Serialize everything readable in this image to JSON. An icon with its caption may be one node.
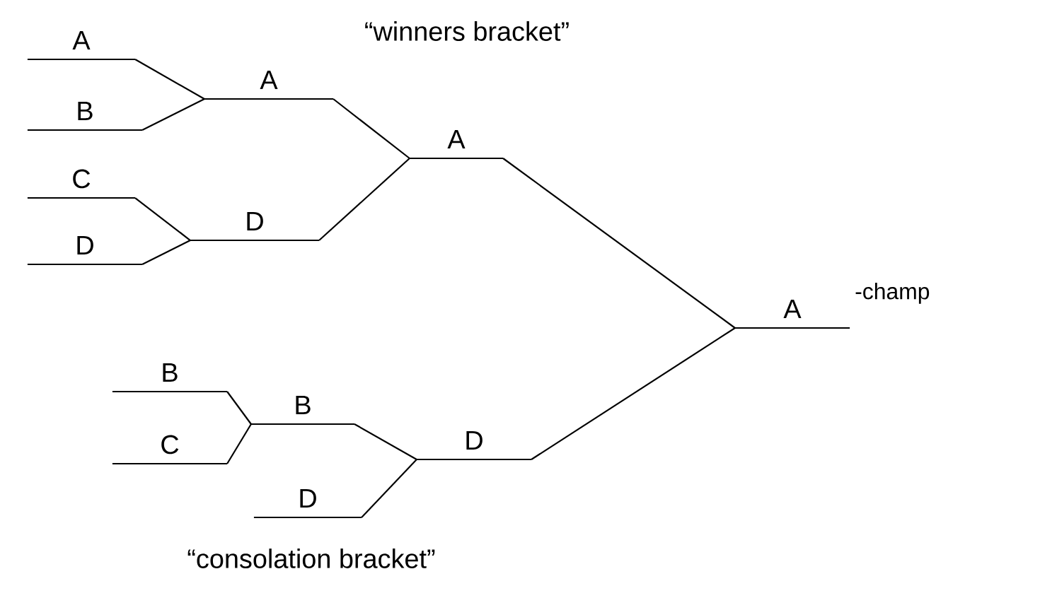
{
  "diagram": {
    "nodes": [
      {
        "text": [
          "A"
        ]
      },
      {
        "text": [
          "B"
        ]
      },
      {
        "text": [
          "A"
        ]
      },
      {
        "text": [
          "C"
        ]
      },
      {
        "text": [
          "D"
        ]
      },
      {
        "text": [
          "D"
        ]
      },
      {
        "text": [
          "A"
        ]
      },
      {
        "text": [
          "A"
        ],
        "beside": [
          "-champ"
        ]
      },
      {
        "text": [
          "B"
        ]
      },
      {
        "text": [
          "C"
        ]
      },
      {
        "text": [
          "B"
        ]
      },
      {
        "text": [
          "D"
        ]
      },
      {
        "text": [
          "D"
        ]
      }
    ],
    "edges": [
      {
        "from": 0,
        "to": 2,
        "arrow": "none"
      },
      {
        "from": 1,
        "to": 2,
        "arrow": "none"
      },
      {
        "from": 3,
        "to": 5,
        "arrow": "none"
      },
      {
        "from": 4,
        "to": 5,
        "arrow": "none"
      },
      {
        "from": 2,
        "to": 6,
        "arrow": "none"
      },
      {
        "from": 5,
        "to": 6,
        "arrow": "none"
      },
      {
        "from": 6,
        "to": 7,
        "arrow": "none"
      },
      {
        "from": 8,
        "to": 10,
        "arrow": "none"
      },
      {
        "from": 9,
        "to": 10,
        "arrow": "none"
      },
      {
        "from": 10,
        "to": 12,
        "arrow": "none"
      },
      {
        "from": 11,
        "to": 12,
        "arrow": "none"
      },
      {
        "from": 12,
        "to": 7,
        "arrow": "none"
      }
    ],
    "labels": [
      "“winners bracket”",
      "“consolation bracket”"
    ]
  }
}
